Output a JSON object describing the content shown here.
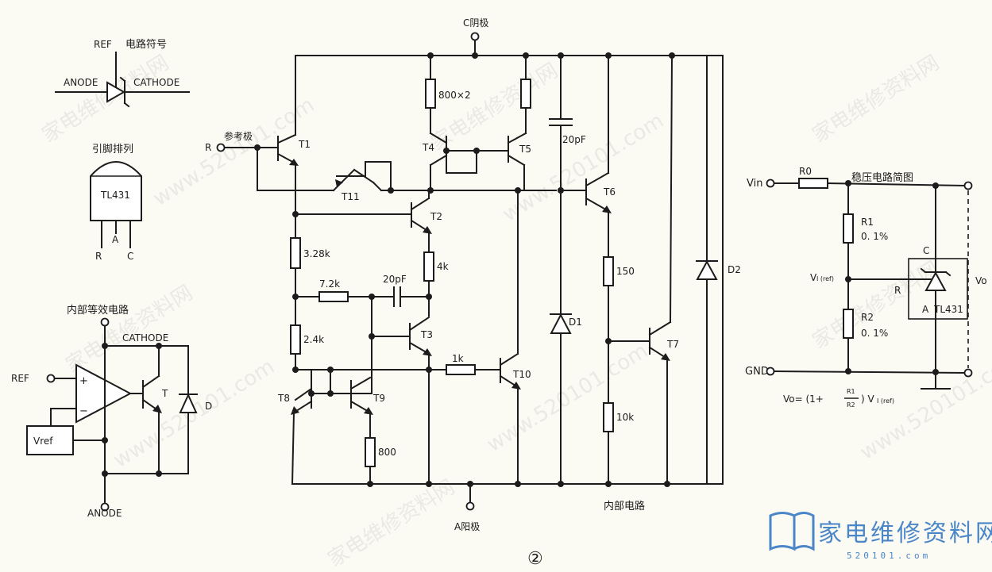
{
  "symbol": {
    "title": "电路符号",
    "ref": "REF",
    "anode": "ANODE",
    "cathode": "CATHODE"
  },
  "pinout": {
    "title": "引脚排列",
    "part": "TL431",
    "pin_r": "R",
    "pin_a": "A",
    "pin_c": "C"
  },
  "equiv": {
    "title": "内部等效电路",
    "ref": "REF",
    "vref": "Vref",
    "cathode": "CATHODE",
    "anode": "ANODE",
    "plus": "+",
    "minus": "−",
    "t": "T",
    "d": "D"
  },
  "internal": {
    "cathode_label": "C阴极",
    "anode_label": "A阳极",
    "ref_label": "参考极",
    "r": "R",
    "title": "内部电路",
    "res_800x2": "800×2",
    "cap_20pf_top": "20pF",
    "cap_20pf_mid": "20pF",
    "res_328k": "3.28k",
    "res_72k": "7.2k",
    "res_4k": "4k",
    "res_24k": "2.4k",
    "res_1k": "1k",
    "res_150": "150",
    "res_10k": "10k",
    "res_800": "800",
    "t1": "T1",
    "t2": "T2",
    "t3": "T3",
    "t4": "T4",
    "t5": "T5",
    "t6": "T6",
    "t7": "T7",
    "t8": "T8",
    "t9": "T9",
    "t10": "T10",
    "t11": "T11",
    "d1": "D1",
    "d2": "D2"
  },
  "regulator": {
    "title": "稳压电路简图",
    "vin": "Vin",
    "gnd": "GND",
    "r0": "R0",
    "r1": "R1",
    "r1_tol": "0. 1%",
    "r2": "R2",
    "r2_tol": "0. 1%",
    "vref_v": "V",
    "vref_sub": "I (ref)",
    "pin_c": "C",
    "pin_r": "R",
    "pin_a": "A",
    "part": "TL431",
    "vo": "Vo",
    "formula_left": "Vo= (1+",
    "formula_num": "R1",
    "formula_den": "R2",
    "formula_right": ") V",
    "formula_sub": "I (ref)"
  },
  "figure_number": "②",
  "logo": {
    "text": "家电维修资料网",
    "url": "520101.com"
  },
  "watermark": {
    "text": "家电维修资料网",
    "url": "www.520101.com"
  }
}
